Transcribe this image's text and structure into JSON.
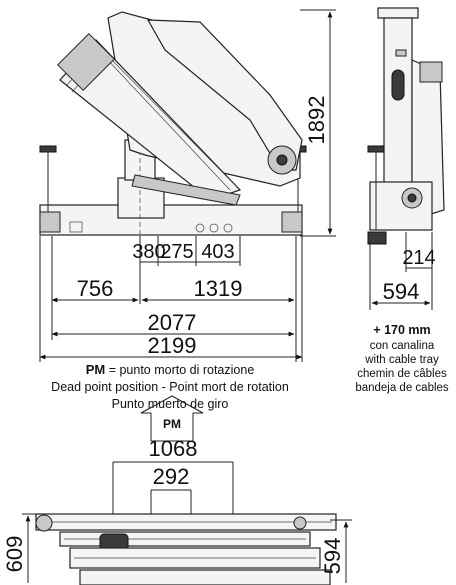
{
  "dimensions": {
    "height_main": "1892",
    "seg_380": "380",
    "seg_275": "275",
    "seg_403": "403",
    "left_756": "756",
    "right_1319": "1319",
    "total_2077": "2077",
    "total_2199": "2199",
    "side_214": "214",
    "side_594": "594",
    "top_1068": "1068",
    "top_292": "292",
    "left_609": "609",
    "right_594": "594"
  },
  "cable_tray_note": {
    "value": "+ 170 mm",
    "line_it": "con canalina",
    "line_en": "with cable tray",
    "line_fr": "chemin de câbles",
    "line_es": "bandeja de cables"
  },
  "pm_caption": {
    "abbr": "PM",
    "it": " = punto morto di rotazione",
    "en_fr": "Dead point position - Point mort de rotation",
    "es": "Punto muerto de giro"
  },
  "pm_arrow_label": "PM"
}
